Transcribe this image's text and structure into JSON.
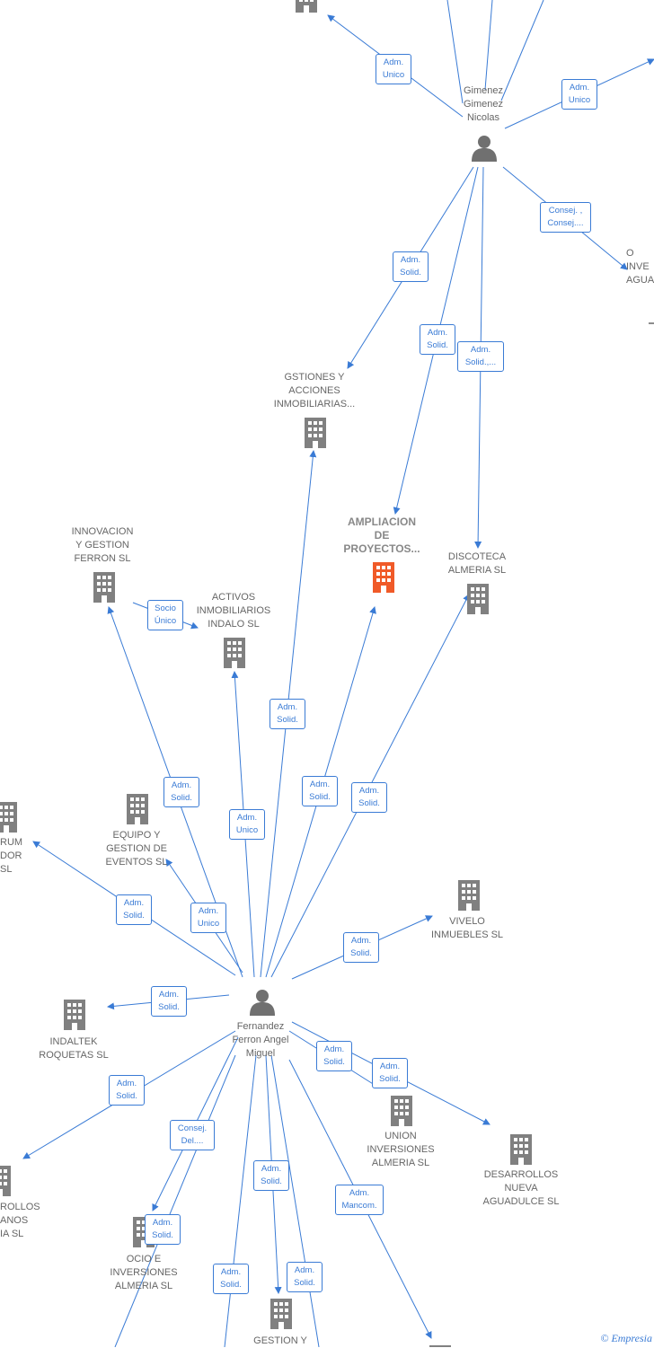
{
  "nodes": {
    "gimenez": {
      "label": "Gimenez\nGimenez\nNicolas"
    },
    "fernandez": {
      "label": "Fernandez\nFerron Angel\nMiguel"
    },
    "gestiones": {
      "label": "GSTIONES Y\nACCIONES\nINMOBILIARIAS..."
    },
    "ampliacion": {
      "label": "AMPLIACION\nDE\nPROYECTOS..."
    },
    "discoteca": {
      "label": "DISCOTECA\nALMERIA SL"
    },
    "innovacion": {
      "label": "INNOVACION\nY GESTION\nFERRON SL"
    },
    "activos": {
      "label": "ACTIVOS\nINMOBILIARIOS\nINDALO SL"
    },
    "equipo": {
      "label": "EQUIPO Y\nGESTION DE\nEVENTOS SL"
    },
    "rum": {
      "label": "RUM\nDOR SL"
    },
    "vivelo": {
      "label": "VIVELO\nINMUEBLES SL"
    },
    "indaltek": {
      "label": "INDALTEK\nROQUETAS SL"
    },
    "union": {
      "label": "UNION\nINVERSIONES\nALMERIA SL"
    },
    "desarrollos": {
      "label": "DESARROLLOS\nNUEVA\nAGUADULCE SL"
    },
    "rollos": {
      "label": "ROLLOS\nANOS\nIA SL"
    },
    "ocio": {
      "label": "OCIO E\nINVERSIONES\nALMERIA SL"
    },
    "gestiony": {
      "label": "GESTION Y"
    },
    "inve": {
      "label": "O\nINVE\nAGUA"
    }
  },
  "relations": {
    "r1": "Adm.\nUnico",
    "r2": "Adm.\nUnico",
    "r3": "Consej. ,\nConsej....",
    "r4": "Adm.\nSolid.",
    "r5": "Adm.\nSolid.",
    "r6": "Adm.\nSolid.,...",
    "r7": "Socio\nÚnico",
    "r8": "Adm.\nSolid.",
    "r9": "Adm.\nSolid.",
    "r10": "Adm.\nUnico",
    "r11": "Adm.\nSolid.",
    "r12": "Adm.\nSolid.",
    "r13": "Adm.\nSolid.",
    "r14": "Adm.\nUnico",
    "r15": "Adm.\nSolid.",
    "r16": "Adm.\nSolid.",
    "r17": "Adm.\nSolid.",
    "r18": "Adm.\nSolid.",
    "r19": "Adm.\nSolid.",
    "r20": "Consej.\nDel....",
    "r21": "Adm.\nSolid.",
    "r22": "Adm.\nMancom.",
    "r23": "Adm.\nSolid.",
    "r24": "Adm.\nSolid.",
    "r25": "Adm.\nSolid."
  },
  "colors": {
    "edge": "#3a7bd5",
    "building": "#808080",
    "building_main": "#f05a28",
    "person": "#707070"
  },
  "footer": {
    "copyright": "©",
    "brand": "Empresia"
  }
}
